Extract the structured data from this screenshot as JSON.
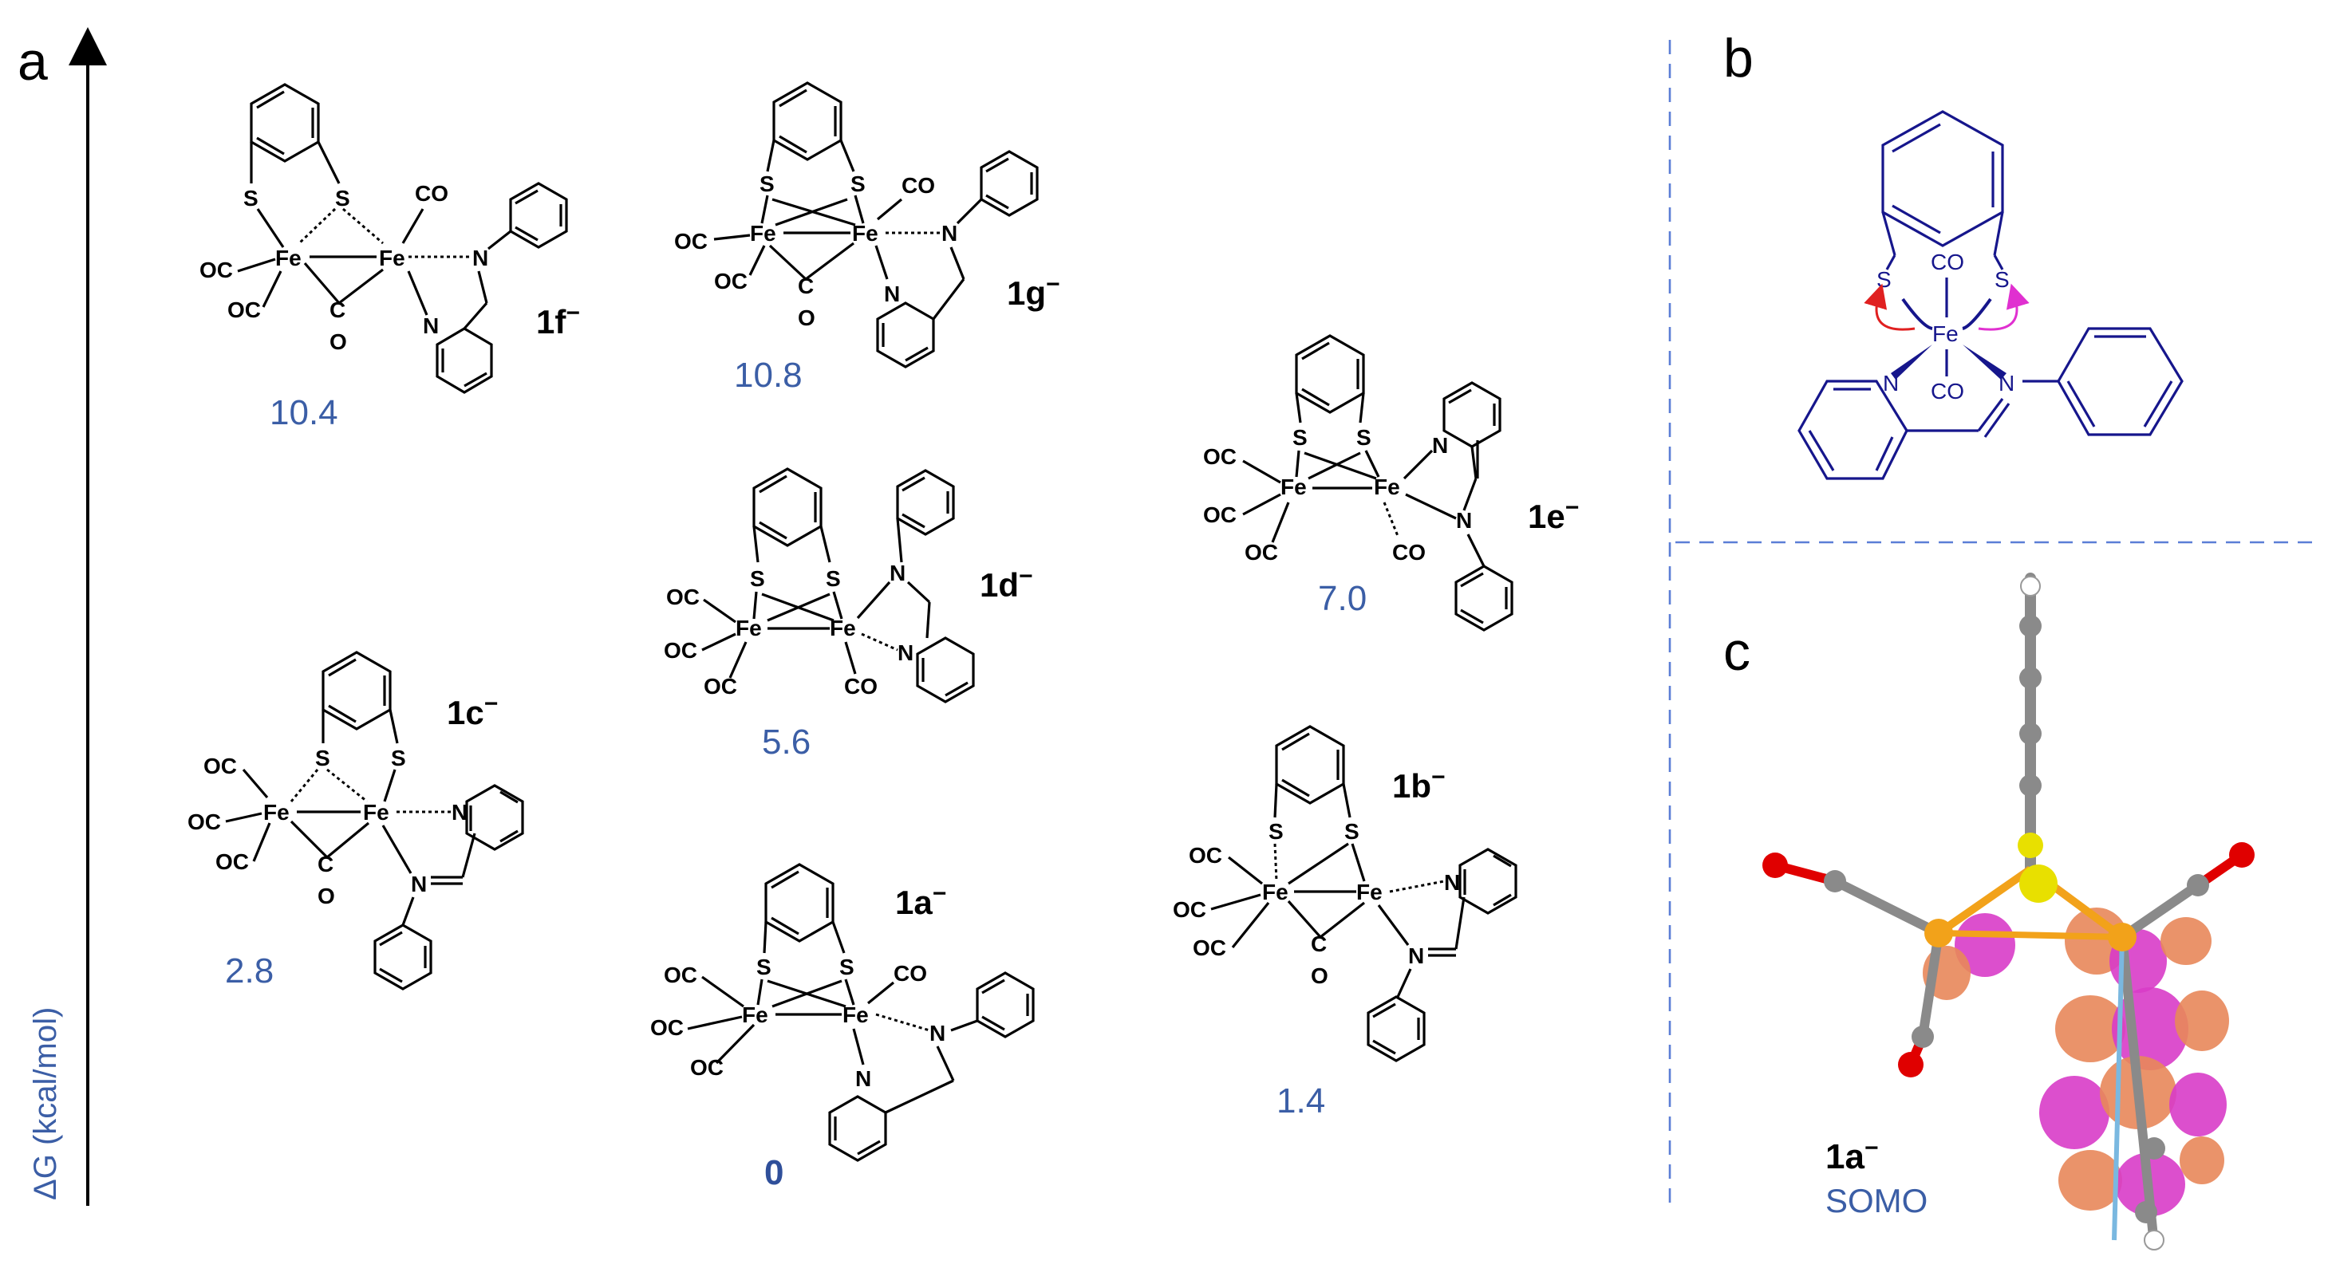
{
  "panels": {
    "a": "a",
    "b": "b",
    "c": "c"
  },
  "axis": {
    "label": "ΔG (kcal/mol)"
  },
  "compounds": [
    {
      "id": "1f",
      "name": "1f",
      "charge": "−",
      "energy": "10.4"
    },
    {
      "id": "1g",
      "name": "1g",
      "charge": "−",
      "energy": "10.8"
    },
    {
      "id": "1e",
      "name": "1e",
      "charge": "−",
      "energy": "7.0"
    },
    {
      "id": "1d",
      "name": "1d",
      "charge": "−",
      "energy": "5.6"
    },
    {
      "id": "1c",
      "name": "1c",
      "charge": "−",
      "energy": "2.8"
    },
    {
      "id": "1b",
      "name": "1b",
      "charge": "−",
      "energy": "1.4"
    },
    {
      "id": "1a",
      "name": "1a",
      "charge": "−",
      "energy": "0"
    }
  ],
  "atoms": {
    "fe": "Fe",
    "s": "S",
    "n": "N",
    "c": "C",
    "o": "O",
    "co": "CO",
    "oc": "OC"
  },
  "somo": {
    "name": "1a",
    "charge": "−",
    "label": "SOMO"
  },
  "colors": {
    "axis_label": "#3b5ea6",
    "divider": "#5b7ed6",
    "panel_b": "#16168c",
    "arrow_red": "#e02020",
    "arrow_magenta": "#e030d0",
    "lobe_orange": "#e8875a",
    "lobe_magenta": "#d83cc8",
    "sulfur": "#e8e000",
    "oxygen": "#e00000",
    "carbon": "#8a8a8a"
  }
}
